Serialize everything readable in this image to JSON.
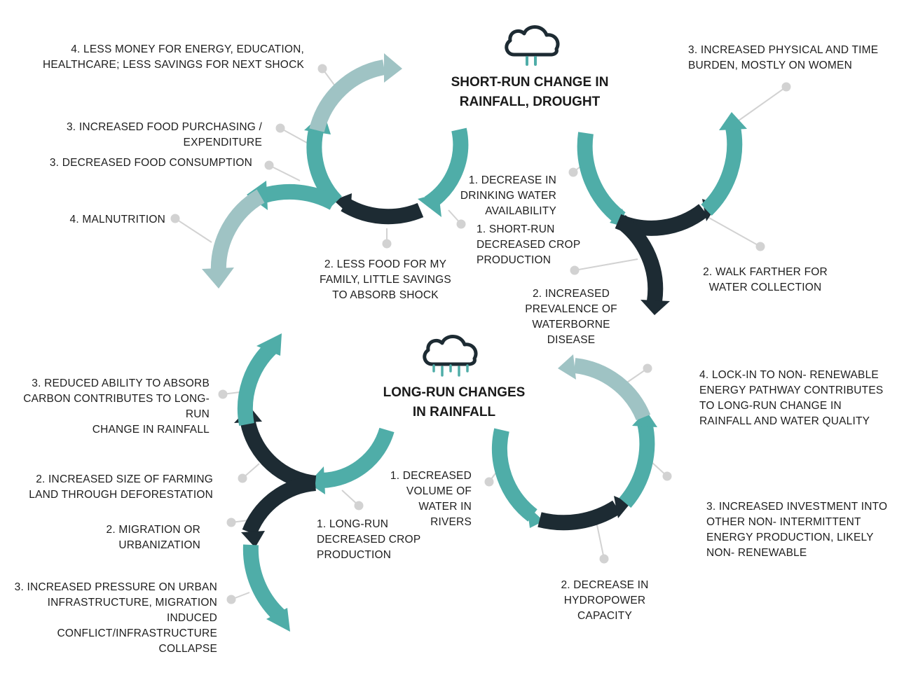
{
  "colors": {
    "teal": "#4fada8",
    "light_teal": "#9fc3c4",
    "dark": "#1d2b33",
    "connector": "#d2d2d2"
  },
  "icons": [
    "rain-cloud-icon",
    "rain-cloud-icon"
  ],
  "top": {
    "title": "SHORT-RUN CHANGE IN\nRAINFALL, DROUGHT",
    "labels": {
      "less_money": "4. LESS MONEY FOR ENERGY, EDUCATION,\nHEALTHCARE; LESS SAVINGS FOR NEXT SHOCK",
      "food_purchasing": "3. INCREASED FOOD PURCHASING /\nEXPENDITURE",
      "food_consumption": "3. DECREASED FOOD CONSUMPTION",
      "malnutrition": "4. MALNUTRITION",
      "less_food": "2. LESS FOOD FOR MY\nFAMILY, LITTLE SAVINGS\nTO ABSORB SHOCK",
      "drinking_water": "1. DECREASE IN\nDRINKING WATER\nAVAILABILITY",
      "crop_short": "1. SHORT-RUN\nDECREASED CROP\nPRODUCTION",
      "physical_burden": "3. INCREASED PHYSICAL AND TIME\nBURDEN, MOSTLY ON WOMEN",
      "walk_farther": "2. WALK FARTHER FOR\nWATER COLLECTION",
      "waterborne": "2. INCREASED\nPREVALENCE OF\nWATERBORNE\nDISEASE"
    }
  },
  "bottom": {
    "title": "LONG-RUN CHANGES\nIN RAINFALL",
    "labels": {
      "absorb_carbon": "3. REDUCED ABILITY TO ABSORB\nCARBON CONTRIBUTES TO LONG-RUN\nCHANGE IN RAINFALL",
      "farming_land": "2. INCREASED SIZE OF FARMING\nLAND THROUGH DEFORESTATION",
      "migration": "2. MIGRATION OR\nURBANIZATION",
      "urban_pressure": "3. INCREASED PRESSURE ON URBAN\nINFRASTRUCTURE, MIGRATION INDUCED\nCONFLICT/INFRASTRUCTURE COLLAPSE",
      "crop_long": "1. LONG-RUN\nDECREASED CROP\nPRODUCTION",
      "volume_water": "1. DECREASED\nVOLUME OF\nWATER IN\nRIVERS",
      "hydropower": "2. DECREASE IN\nHYDROPOWER\nCAPACITY",
      "investment": "3. INCREASED INVESTMENT INTO\nOTHER NON- INTERMITTENT\nENERGY PRODUCTION, LIKELY\nNON- RENEWABLE",
      "lock_in": "4. LOCK-IN TO NON- RENEWABLE\nENERGY PATHWAY CONTRIBUTES\nTO LONG-RUN CHANGE IN\nRAINFALL AND WATER QUALITY"
    }
  }
}
